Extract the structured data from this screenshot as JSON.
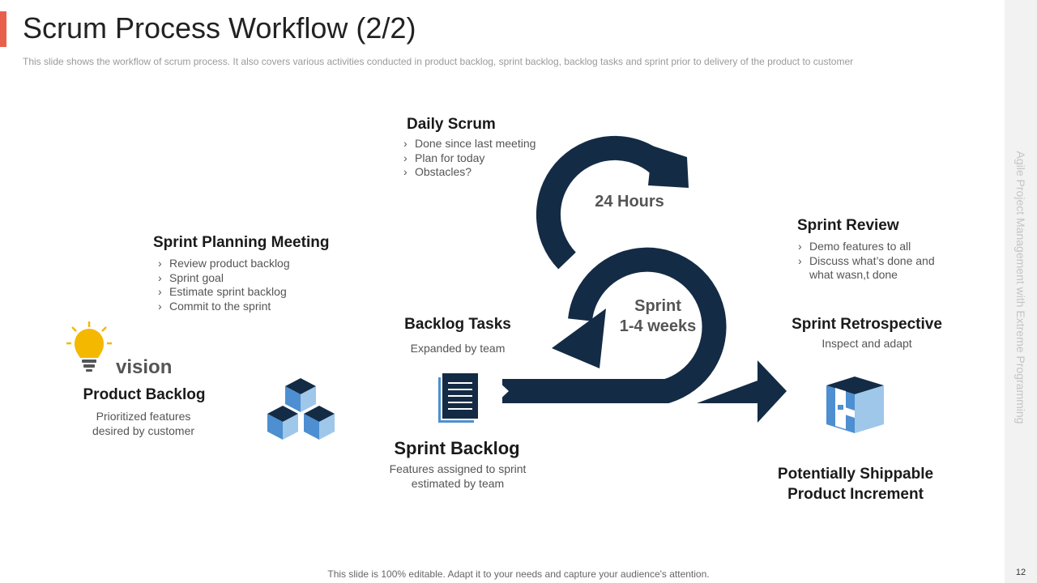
{
  "slide": {
    "title": "Scrum Process Workflow (2/2)",
    "subtitle": "This slide shows the workflow  of scrum process. It also covers various  activities conducted in product backlog, sprint backlog, backlog tasks and sprint prior to delivery  of the product to customer",
    "side_label": "Agile Project Management with Extreme Programming",
    "page_number": "12",
    "footer": "This slide is 100% editable. Adapt it to your needs and capture your audience's attention."
  },
  "colors": {
    "accent": "#e8604c",
    "navy": "#142b45",
    "blue": "#4d8fd0",
    "light_blue": "#9ec7ea",
    "bulb": "#f5b800"
  },
  "sections": {
    "daily_scrum": {
      "title": "Daily Scrum",
      "items": [
        "Done since last meeting",
        "Plan for today",
        "Obstacles?"
      ]
    },
    "sprint_planning": {
      "title": "Sprint Planning Meeting",
      "items": [
        "Review product backlog",
        "Sprint goal",
        "Estimate sprint backlog",
        "Commit to the sprint"
      ]
    },
    "sprint_review": {
      "title": "Sprint Review",
      "items": [
        "Demo features to all",
        "Discuss what’s done and",
        "what wasn,t done"
      ]
    },
    "backlog_tasks": {
      "title": "Backlog Tasks",
      "desc": "Expanded by team"
    },
    "sprint_retrospective": {
      "title": "Sprint Retrospective",
      "desc": "Inspect and adapt"
    },
    "product_backlog": {
      "title": "Product Backlog",
      "desc_line1": "Prioritized features",
      "desc_line2": "desired by customer"
    },
    "sprint_backlog": {
      "title": "Sprint Backlog",
      "desc_line1": "Features assigned to sprint",
      "desc_line2": "estimated by team"
    },
    "increment": {
      "title_line1": "Potentially Shippable",
      "title_line2": "Product Increment"
    }
  },
  "cycle": {
    "daily_label": "24 Hours",
    "sprint_label_line1": "Sprint",
    "sprint_label_line2": "1-4 weeks",
    "vision_label": "vision"
  },
  "icons": [
    "lightbulb-icon",
    "cubes-icon",
    "document-stack-icon",
    "product-box-icon"
  ]
}
